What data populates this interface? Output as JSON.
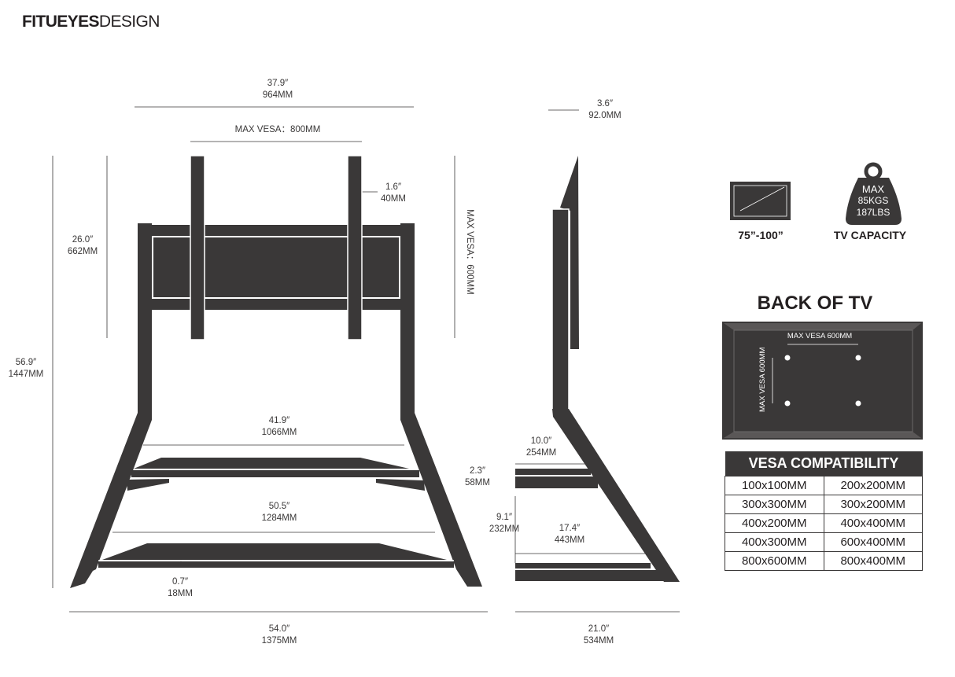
{
  "brand": {
    "bold": "FITUEYES",
    "light": "DESIGN"
  },
  "front_view": {
    "overall_width": [
      "37.9″",
      "964MM"
    ],
    "max_vesa_horizontal": "MAX VESA：800MM",
    "upright_width": [
      "1.6″",
      "40MM"
    ],
    "mount_height": [
      "26.0″",
      "662MM"
    ],
    "max_vesa_vertical": "MAX VESA：600MM",
    "total_height": [
      "56.9″",
      "1447MM"
    ],
    "upper_shelf_width": [
      "41.9″",
      "1066MM"
    ],
    "lower_shelf_width": [
      "50.5″",
      "1284MM"
    ],
    "shelf_thickness": [
      "0.7″",
      "18MM"
    ],
    "base_width": [
      "54.0″",
      "1375MM"
    ]
  },
  "side_view": {
    "bracket_depth": [
      "3.6″",
      "92.0MM"
    ],
    "upper_shelf_depth": [
      "10.0″",
      "254MM"
    ],
    "shelf_height": [
      "2.3″",
      "58MM"
    ],
    "shelf_gap": [
      "9.1″",
      "232MM"
    ],
    "lower_shelf_depth": [
      "17.4″",
      "443MM"
    ],
    "base_depth": [
      "21.0″",
      "534MM"
    ]
  },
  "capacity": {
    "tv_size": "75”-100”",
    "weight_lines": [
      "MAX",
      "85KGS",
      "187LBS"
    ],
    "label": "TV CAPACITY"
  },
  "back_of_tv": {
    "title": "BACK OF TV",
    "horizontal_label": "MAX VESA 600MM",
    "vertical_label": "MAX VESA 600MM"
  },
  "vesa_compatibility": {
    "title": "VESA COMPATIBILITY",
    "rows": [
      [
        "100x100MM",
        "200x200MM"
      ],
      [
        "300x300MM",
        "300x200MM"
      ],
      [
        "400x200MM",
        "400x400MM"
      ],
      [
        "400x300MM",
        "600x400MM"
      ],
      [
        "800x600MM",
        "800x400MM"
      ]
    ]
  },
  "colors": {
    "ink": "#3a3838",
    "line": "#231f20"
  }
}
